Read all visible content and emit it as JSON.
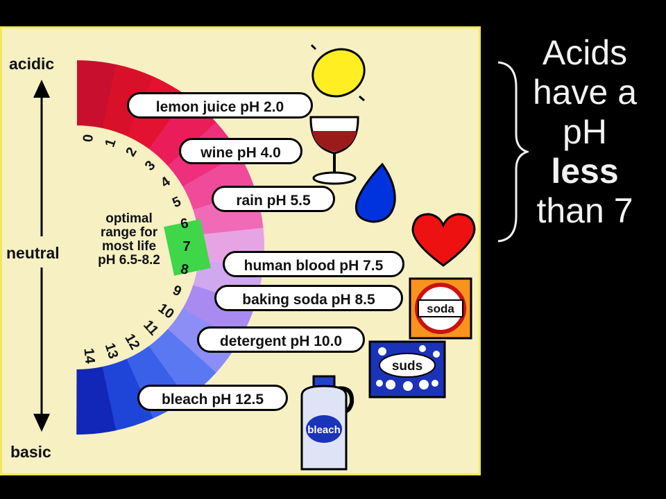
{
  "diagram": {
    "acidic_label": "acidic",
    "neutral_label": "neutral",
    "basic_label": "basic",
    "scale_numbers": [
      "0",
      "1",
      "2",
      "3",
      "4",
      "5",
      "6",
      "7",
      "8",
      "9",
      "10",
      "11",
      "12",
      "13",
      "14"
    ],
    "optimal_range": {
      "line1": "optimal",
      "line2": "range for",
      "line3": "most life",
      "line4": "pH 6.5-8.2"
    },
    "examples": [
      {
        "label": "lemon juice pH 2.0",
        "ph": 2.0,
        "icon": "lemon-icon"
      },
      {
        "label": "wine pH 4.0",
        "ph": 4.0,
        "icon": "wine-glass-icon"
      },
      {
        "label": "rain pH 5.5",
        "ph": 5.5,
        "icon": "raindrop-icon"
      },
      {
        "label": "human blood pH 7.5",
        "ph": 7.5,
        "icon": "heart-icon"
      },
      {
        "label": "baking soda pH 8.5",
        "ph": 8.5,
        "icon": "soda-box-icon"
      },
      {
        "label": "detergent pH 10.0",
        "ph": 10.0,
        "icon": "suds-box-icon"
      },
      {
        "label": "bleach pH 12.5",
        "ph": 12.5,
        "icon": "bleach-jug-icon"
      }
    ],
    "icon_labels": {
      "soda": "soda",
      "suds": "suds",
      "bleach": "bleach"
    }
  },
  "side_text": {
    "line1": "Acids",
    "line2": "have a",
    "line3": "pH",
    "line4": "less",
    "line5": "than 7"
  },
  "colors": {
    "background": "#000000",
    "panel": "#f6f0c3",
    "panel_border": "#f3e85a",
    "text_light": "#f2f2f2",
    "optimal_highlight": "#3fd64a"
  }
}
